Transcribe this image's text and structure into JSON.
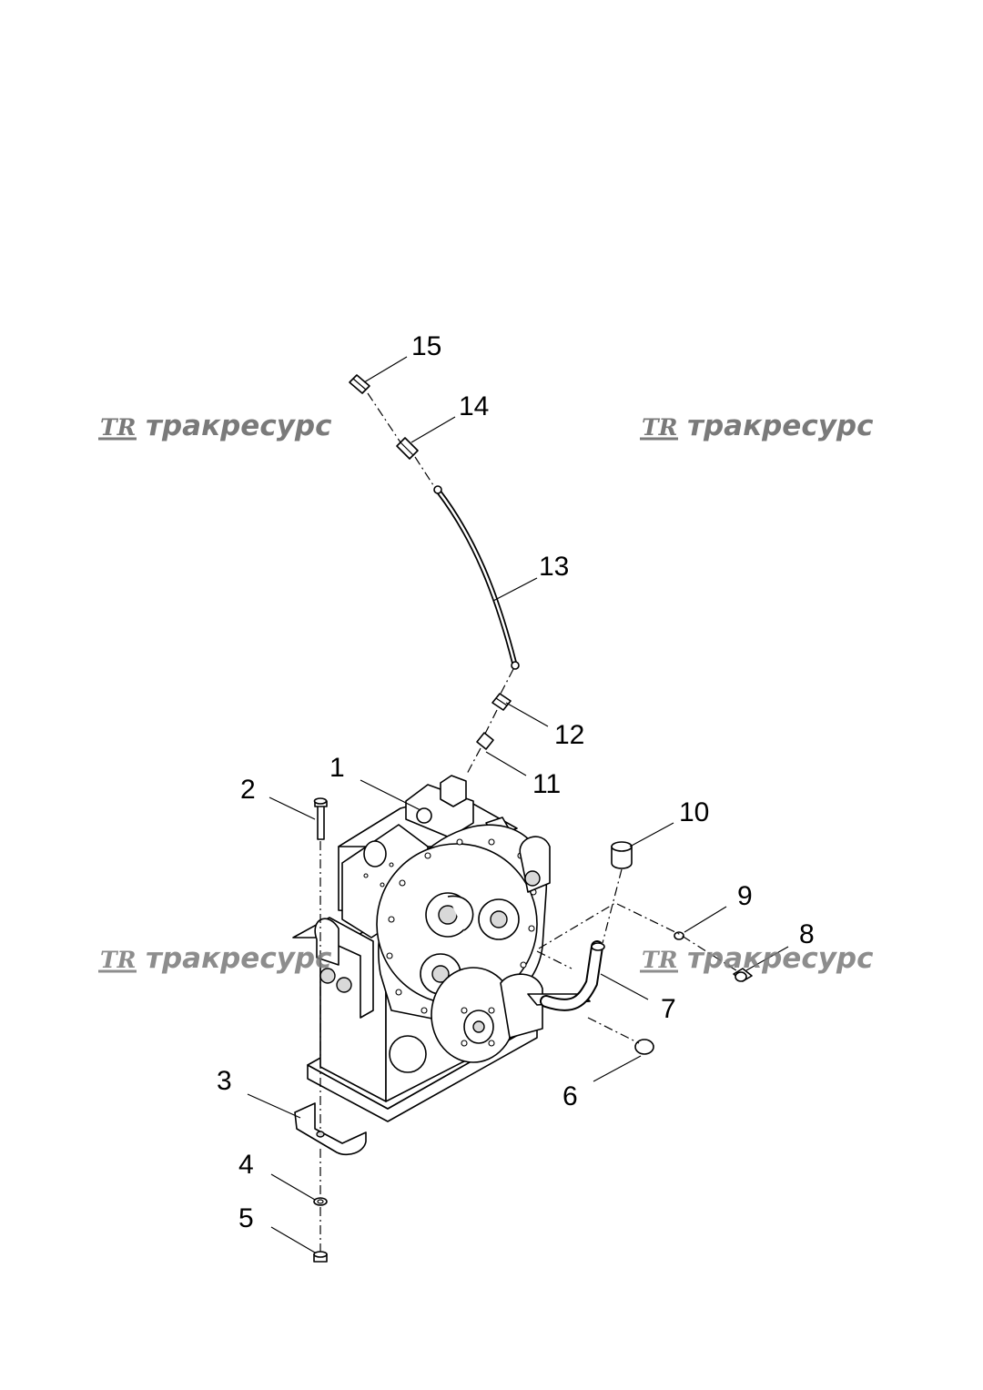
{
  "callouts": [
    {
      "id": "c1",
      "label": "1"
    },
    {
      "id": "c2",
      "label": "2"
    },
    {
      "id": "c3",
      "label": "3"
    },
    {
      "id": "c4",
      "label": "4"
    },
    {
      "id": "c5",
      "label": "5"
    },
    {
      "id": "c6",
      "label": "6"
    },
    {
      "id": "c7",
      "label": "7"
    },
    {
      "id": "c8",
      "label": "8"
    },
    {
      "id": "c9",
      "label": "9"
    },
    {
      "id": "c10",
      "label": "10"
    },
    {
      "id": "c11",
      "label": "11"
    },
    {
      "id": "c12",
      "label": "12"
    },
    {
      "id": "c13",
      "label": "13"
    },
    {
      "id": "c14",
      "label": "14"
    },
    {
      "id": "c15",
      "label": "15"
    }
  ],
  "watermark": {
    "logo": "TR",
    "text": "тракресурс",
    "color": "#7a7a7a"
  },
  "colors": {
    "line": "#000000",
    "background": "#ffffff",
    "shade": "#d9d9d9"
  }
}
